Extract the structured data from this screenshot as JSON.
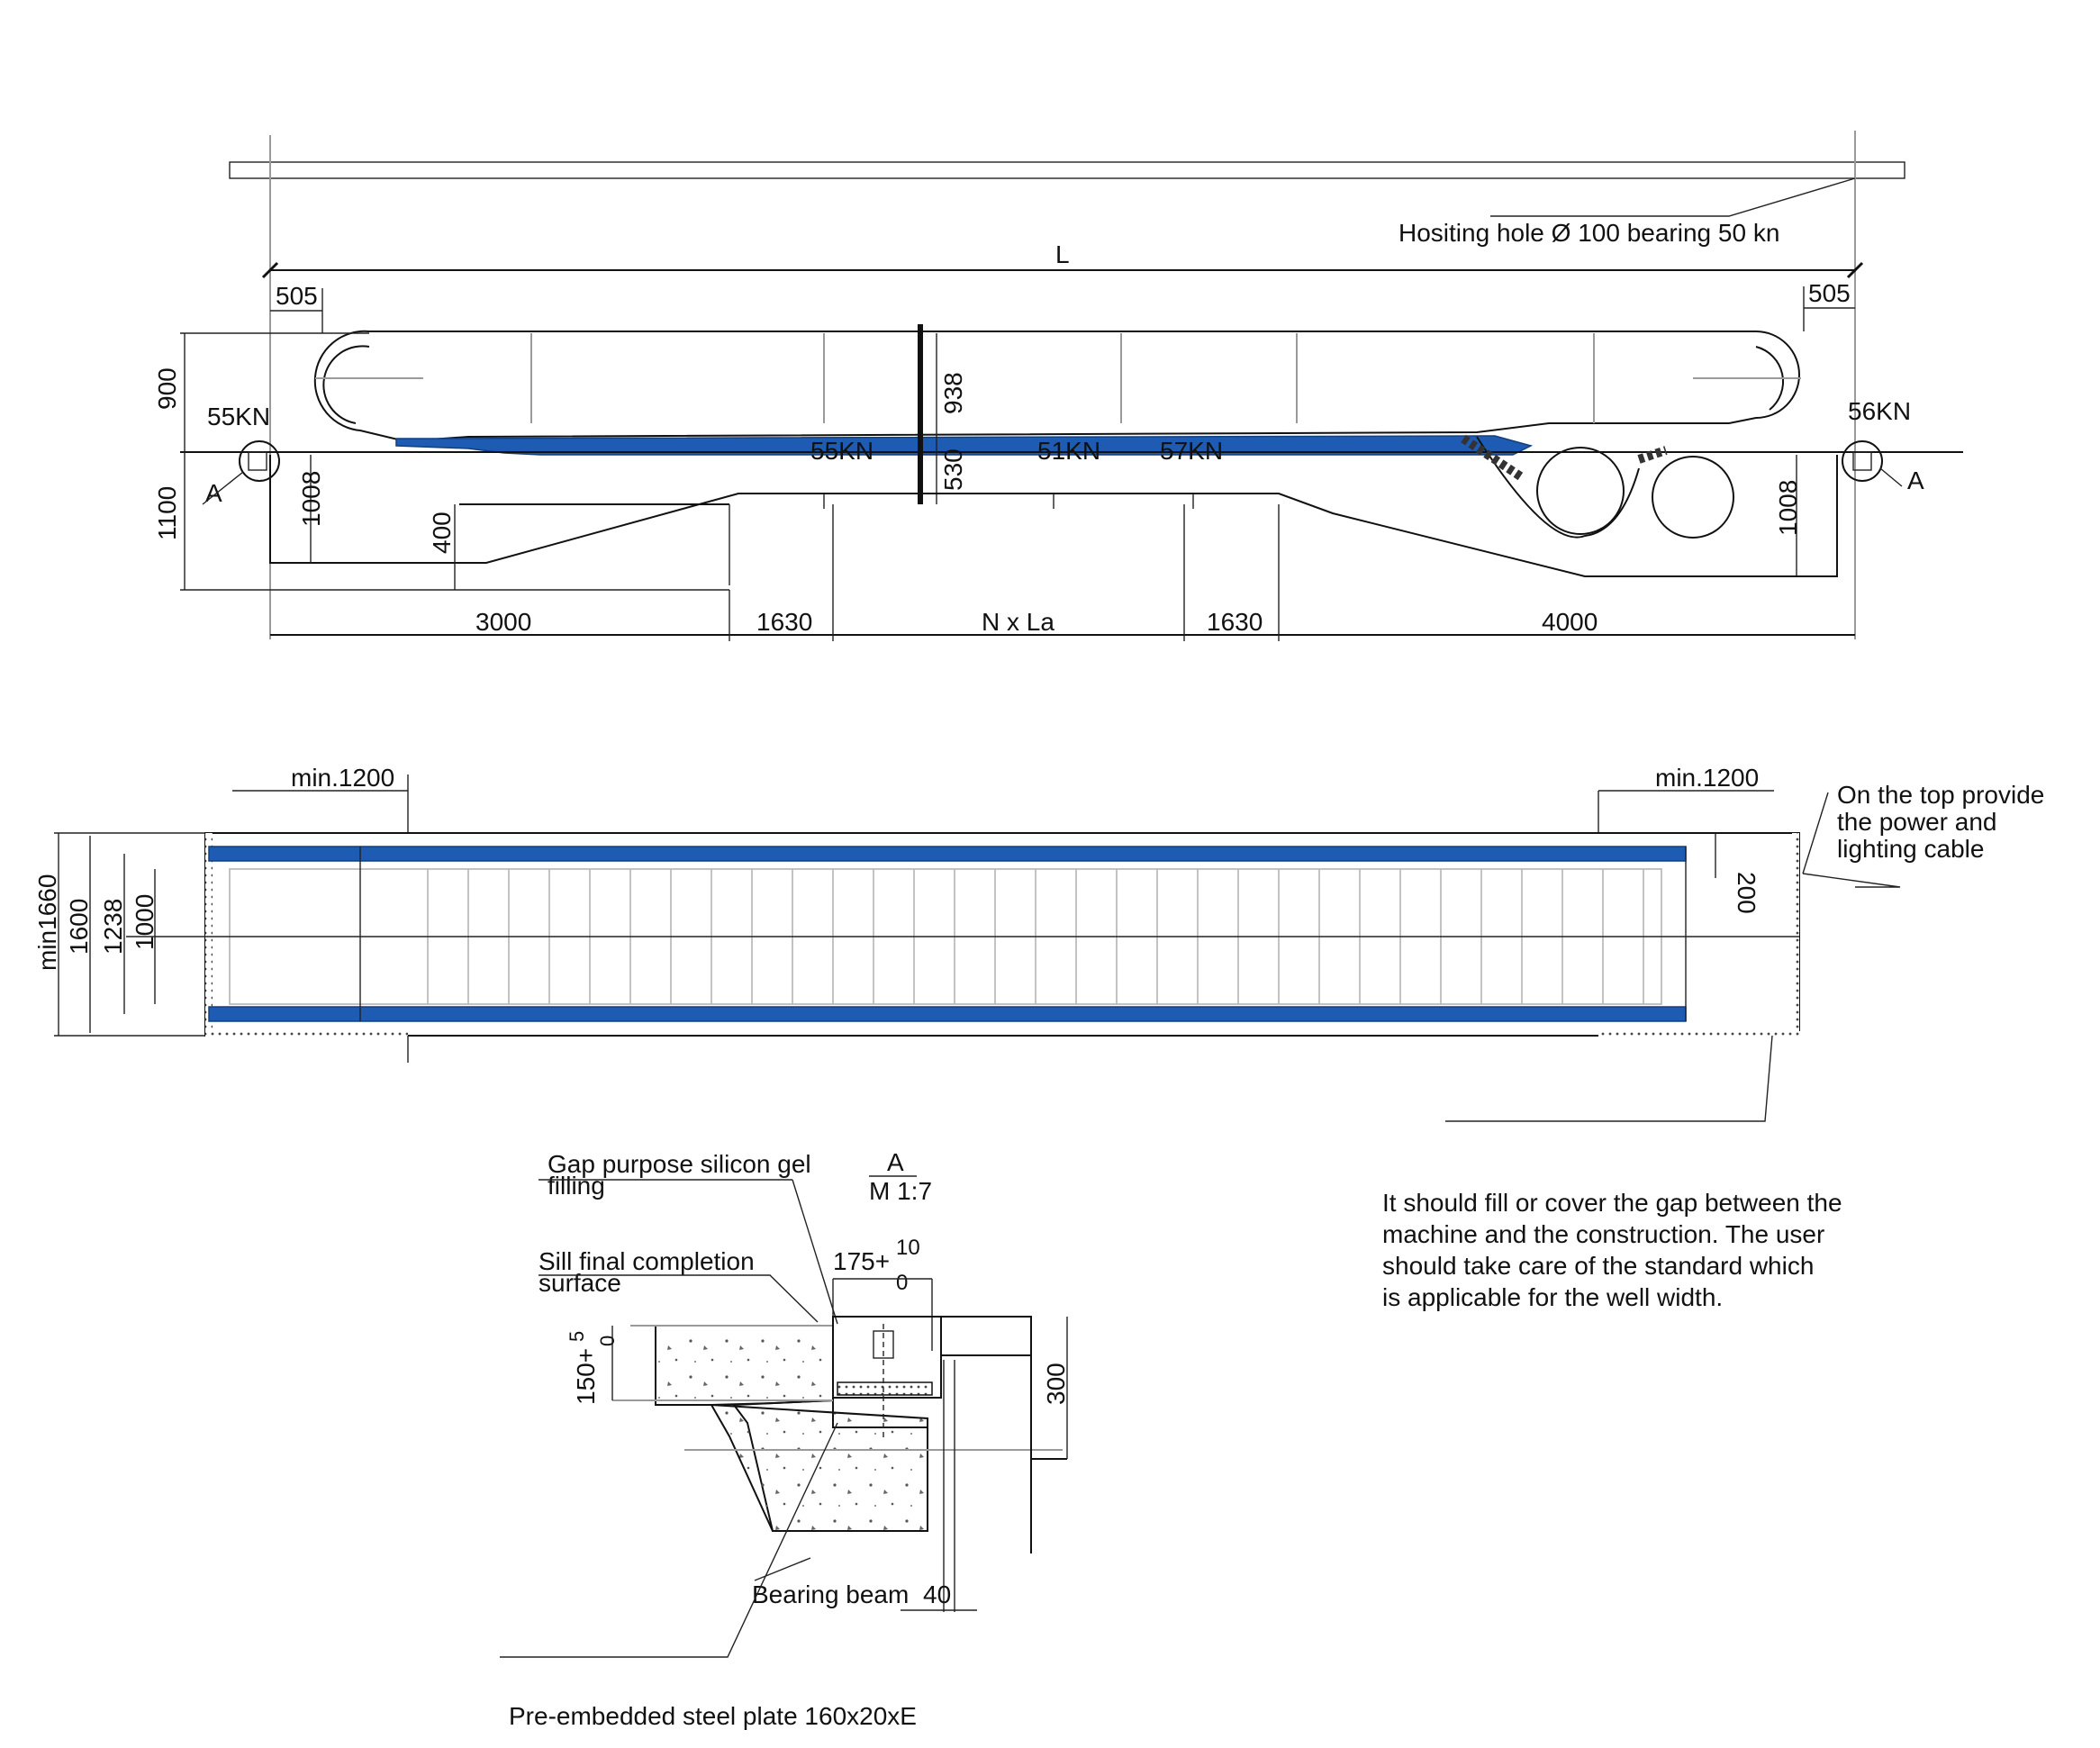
{
  "colors": {
    "accent": "#1e5cb3",
    "line": "#111111",
    "grey": "#9a9a9a"
  },
  "side_view": {
    "hoisting_note": "Hositing hole Ø 100 bearing 50 kn",
    "total_length": "L",
    "left_overhang": "505",
    "right_overhang": "505",
    "left_load": "55KN",
    "right_load": "56KN",
    "load_1": "55KN",
    "load_2": "51KN",
    "load_3": "57KN",
    "height_900": "900",
    "height_1100": "1100",
    "left_pit": "1008",
    "right_pit": "1008",
    "pit_400": "400",
    "truss_938": "938",
    "truss_530": "530",
    "detail_left": "A",
    "detail_right": "A",
    "dims_bottom": [
      "3000",
      "1630",
      "N x La",
      "1630",
      "4000"
    ]
  },
  "plan_view": {
    "min_left": "min.1200",
    "min_right": "min.1200",
    "widths": [
      "min1660",
      "1600",
      "1238",
      "1000"
    ],
    "gap_200": "200",
    "cable_note": [
      "On the top provide",
      "the power and",
      "lighting cable"
    ]
  },
  "detail": {
    "silicon_note": [
      "Gap purpose silicon gel",
      "filling"
    ],
    "scale_label": "A",
    "scale": "M 1:7",
    "sill_note": [
      "Sill final completion",
      "surface"
    ],
    "dim_175": "175+",
    "tol_175_upper": "10",
    "tol_175_lower": "0",
    "dim_150": "150+",
    "tol_150_upper": "5",
    "tol_150_lower": "0",
    "dim_300": "300",
    "bearing_beam": "Bearing beam",
    "dim_40": "40",
    "plate_note": "Pre-embedded steel plate 160x20xE"
  },
  "gap_note": [
    "It should fill or cover the gap between the",
    "machine and the construction. The user",
    "should take care of the standard which",
    "is applicable for the well width."
  ]
}
